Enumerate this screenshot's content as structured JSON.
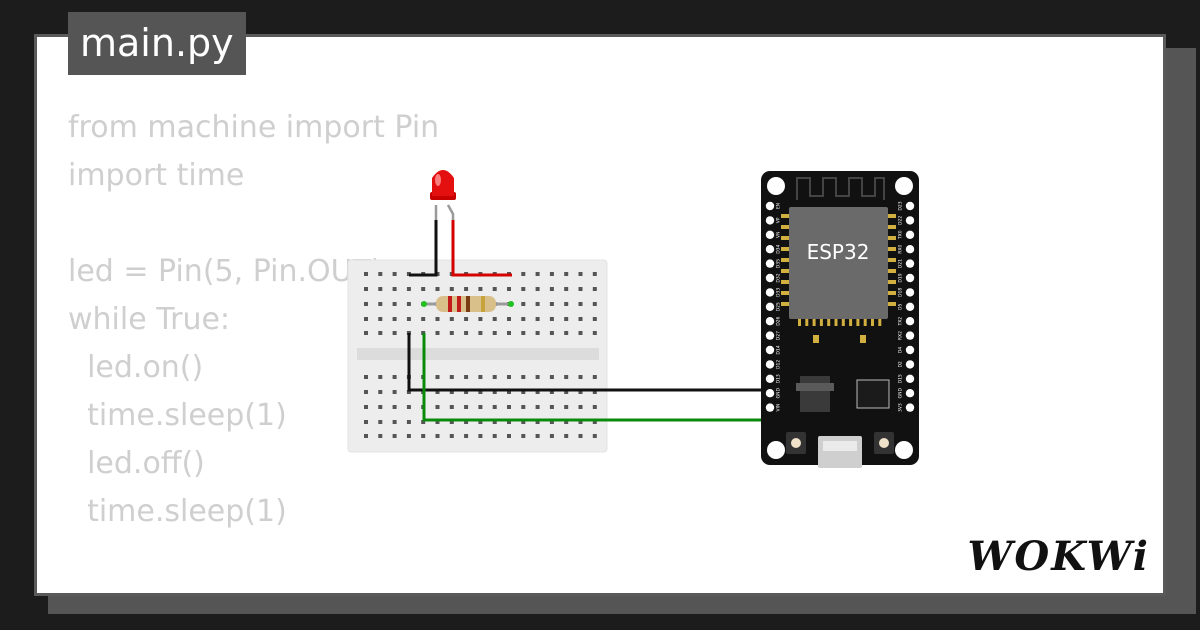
{
  "file_tab": {
    "label": "main.py"
  },
  "code_lines": [
    "from machine import Pin",
    "import time",
    "",
    "led = Pin(5, Pin.OUT)",
    "while True:",
    "  led.on()",
    "  time.sleep(1)",
    "  led.off()",
    "  time.sleep(1)"
  ],
  "esp32": {
    "chip_label": "ESP32",
    "left_pins": [
      "EN",
      "VP",
      "VN",
      "D34",
      "D35",
      "D32",
      "D33",
      "D25",
      "D26",
      "D27",
      "D14",
      "D12",
      "D13",
      "GND",
      "VIN"
    ],
    "right_pins": [
      "D23",
      "D22",
      "TX0",
      "RX0",
      "D21",
      "D19",
      "D18",
      "D5",
      "TX2",
      "RX2",
      "D4",
      "D2",
      "D15",
      "GND",
      "3V3"
    ]
  },
  "logo": {
    "text": "WOKWi"
  },
  "colors": {
    "background": "#1c1c1c",
    "card": "#ffffff",
    "tab": "#555555",
    "code_text": "#cfcfcf",
    "board": "#111111",
    "wire_black": "#111111",
    "wire_green": "#0a8a0a",
    "wire_red": "#d40000",
    "led_red": "#e00000"
  }
}
